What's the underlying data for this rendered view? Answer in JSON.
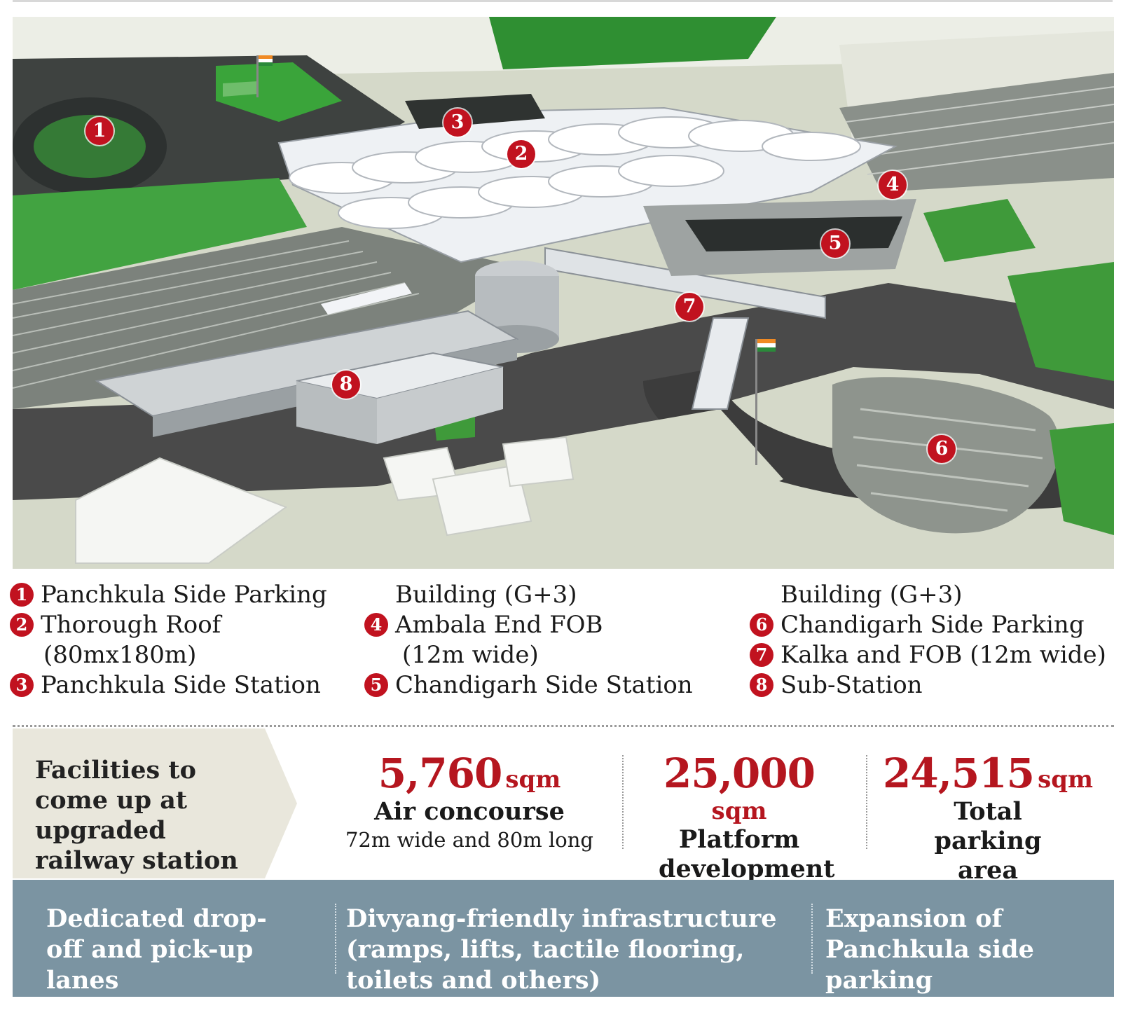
{
  "legend": {
    "items": [
      {
        "num": "1",
        "lines": [
          "Panchkula Side Parking"
        ]
      },
      {
        "num": "2",
        "lines": [
          "Thorough Roof",
          "(80mx180m)"
        ]
      },
      {
        "num": "3",
        "lines": [
          "Panchkula Side Station"
        ]
      },
      {
        "cont": "Building (G+3)"
      },
      {
        "num": "4",
        "lines": [
          "Ambala End FOB",
          "(12m wide)"
        ]
      },
      {
        "num": "5",
        "lines": [
          "Chandigarh Side Station"
        ]
      },
      {
        "cont": "Building (G+3)"
      },
      {
        "num": "6",
        "lines": [
          "Chandigarh Side Parking"
        ]
      },
      {
        "num": "7",
        "lines": [
          "Kalka and FOB (12m wide)"
        ]
      },
      {
        "num": "8",
        "lines": [
          "Sub-Station"
        ]
      }
    ]
  },
  "markers": [
    "1",
    "2",
    "3",
    "4",
    "5",
    "6",
    "7",
    "8"
  ],
  "facilities": {
    "title": "Facilities to come up at upgraded railway station",
    "stats": [
      {
        "value": "5,760",
        "unit": "sqm",
        "label": "Air concourse",
        "sub": "72m wide and 80m long"
      },
      {
        "value": "25,000",
        "unit": "sqm",
        "label": "Platform development",
        "sub": ""
      },
      {
        "value": "24,515",
        "unit": "sqm",
        "label": "Total parking area",
        "sub": ""
      }
    ]
  },
  "bottom": [
    "Dedicated drop-off and pick-up lanes",
    "Divyang-friendly infrastructure (ramps, lifts, tactile flooring, toilets and others)",
    "Expansion of Panchkula side parking"
  ],
  "colors": {
    "marker_red": "#c1121f",
    "stat_red": "#b5161f",
    "band_blue_grey": "#7b94a2",
    "title_box_beige": "#e9e7dc",
    "grass_green": "#3f9a3a",
    "asphalt": "#4a4a4a"
  }
}
